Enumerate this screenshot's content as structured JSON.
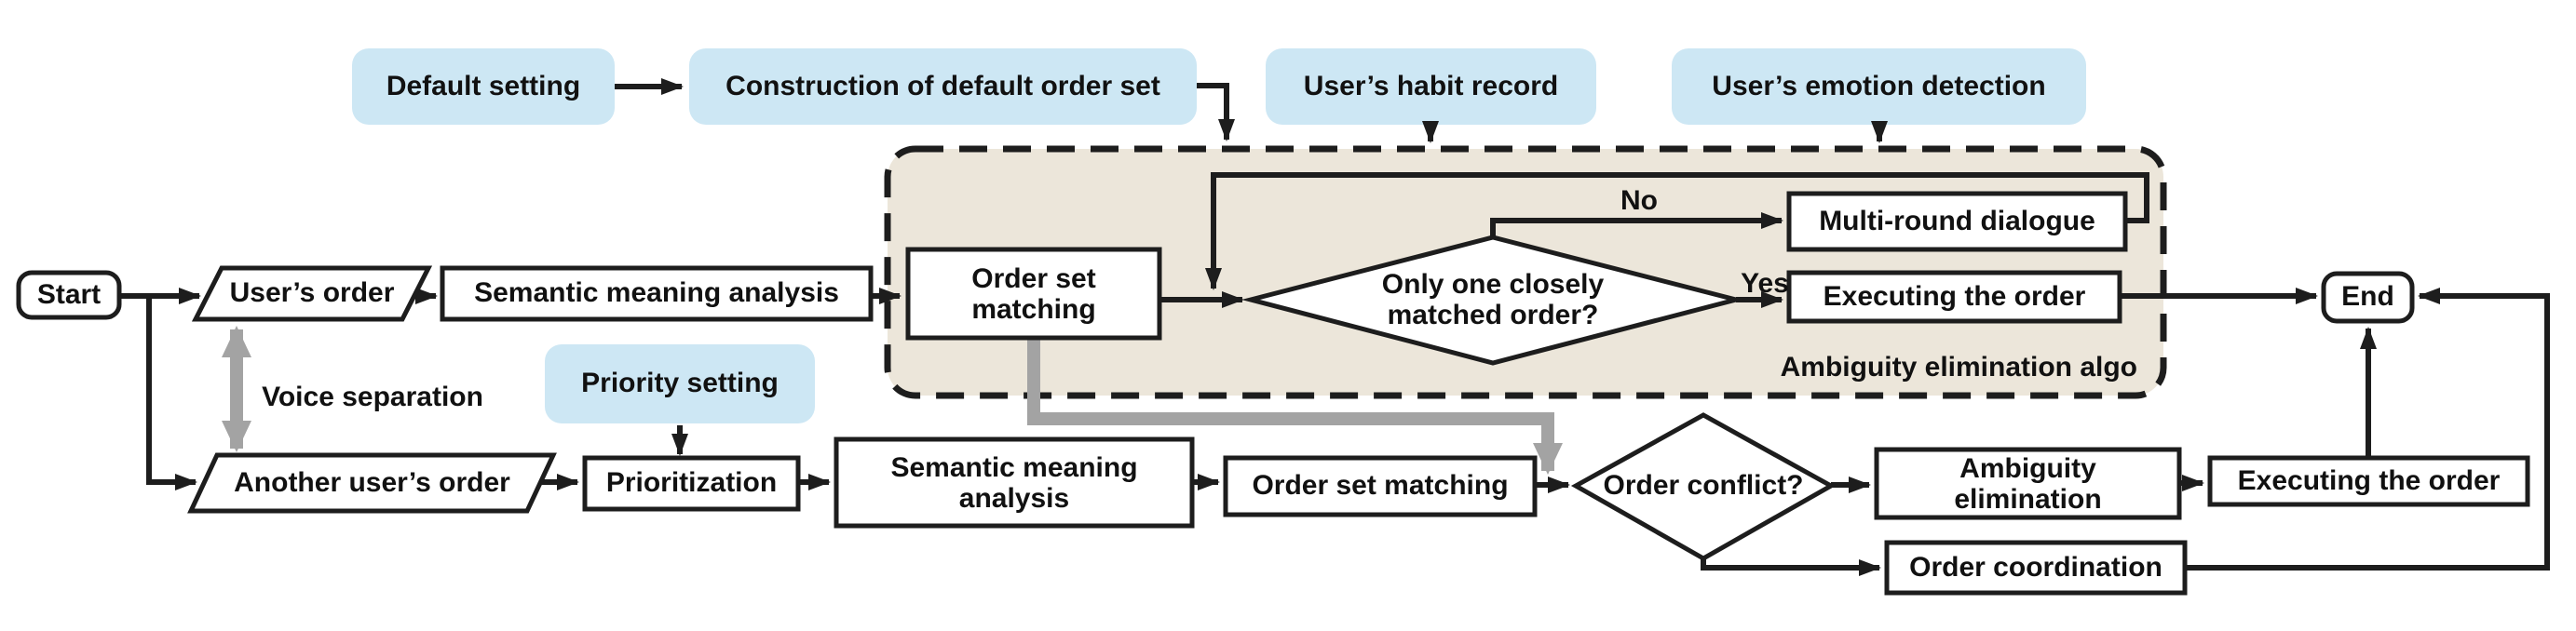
{
  "figure": {
    "type": "flowchart",
    "description_visible_text_only": true
  },
  "colors": {
    "input_box": "#CDE7F4",
    "module_fill": "#ECE6DA",
    "line": "#1D1D1D",
    "gray": "#A3A3A3",
    "background": "#FFFFFF",
    "text": "#111111"
  },
  "inputs": {
    "default_setting": "Default setting",
    "construction_of_default_order_set": "Construction of default order set",
    "users_habit_record": "User’s habit record",
    "users_emotion_detection": "User’s emotion detection",
    "priority_setting": "Priority setting"
  },
  "nodes": {
    "start": "Start",
    "users_order": "User’s order",
    "semantic_meaning_analysis_top": "Semantic meaning analysis",
    "order_set_matching_top": "Order set\nmatching",
    "only_one_closely_matched_order": "Only one closely\nmatched order?",
    "multi_round_dialogue": "Multi-round dialogue",
    "executing_the_order_top": "Executing the order",
    "end": "End",
    "another_users_order": "Another user’s order",
    "prioritization": "Prioritization",
    "semantic_meaning_analysis_bottom": "Semantic meaning\nanalysis",
    "order_set_matching_bottom": "Order set matching",
    "order_conflict": "Order conflict?",
    "ambiguity_elimination": "Ambiguity\nelimination",
    "executing_the_order_bottom": "Executing the order",
    "order_coordination": "Order coordination"
  },
  "edge_labels": {
    "no": "No",
    "yes": "Yes"
  },
  "annotations": {
    "voice_separation": "Voice separation",
    "ambiguity_elimination_algo": "Ambiguity elimination algo"
  }
}
